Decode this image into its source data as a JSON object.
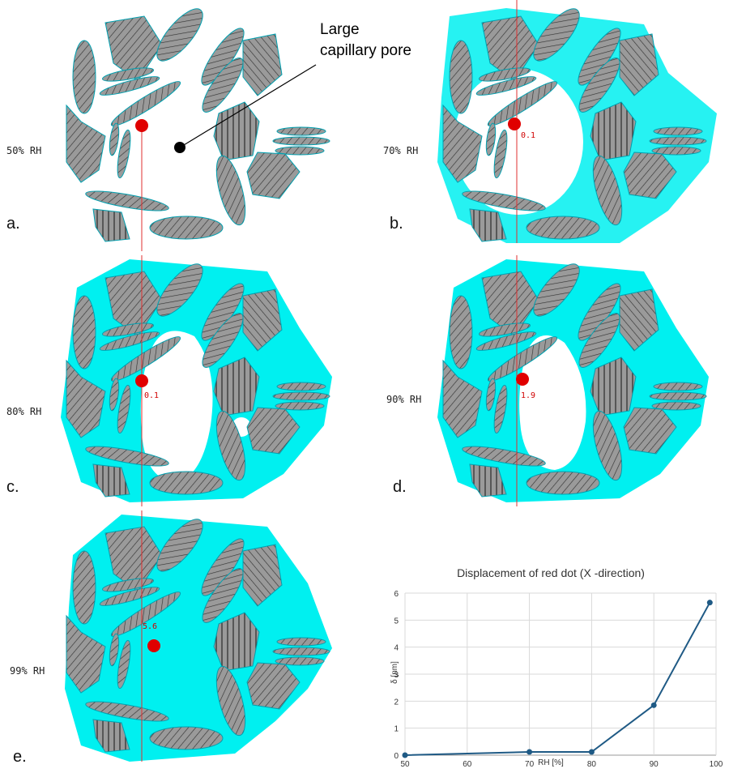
{
  "annotation": {
    "line1": "Large",
    "line2": "capillary pore"
  },
  "panels": [
    {
      "rh": "50% RH",
      "letter": "a.",
      "dim": ""
    },
    {
      "rh": "70% RH",
      "letter": "b.",
      "dim": "0.1"
    },
    {
      "rh": "80% RH",
      "letter": "c.",
      "dim": "0.1"
    },
    {
      "rh": "90% RH",
      "letter": "d.",
      "dim": "1.9"
    },
    {
      "rh": "99% RH",
      "letter": "e.",
      "dim": "5.6"
    }
  ],
  "colors": {
    "water": "#00f0f0",
    "grain": "#999999",
    "dot": "#e00000",
    "line": "#1f5a85"
  },
  "chart_data": {
    "type": "line",
    "title": "Displacement of red dot (X -direction)",
    "xlabel": "RH [%]",
    "ylabel": "δ [nm]",
    "xlim": [
      50,
      100
    ],
    "ylim": [
      0,
      6
    ],
    "xticks": [
      "50",
      "60",
      "70",
      "80",
      "90",
      "100"
    ],
    "yticks": [
      "0",
      "1",
      "2",
      "3",
      "4",
      "5",
      "6"
    ],
    "grid": true,
    "x": [
      50,
      70,
      80,
      90,
      99
    ],
    "y": [
      0.0,
      0.12,
      0.12,
      1.85,
      5.65
    ]
  }
}
